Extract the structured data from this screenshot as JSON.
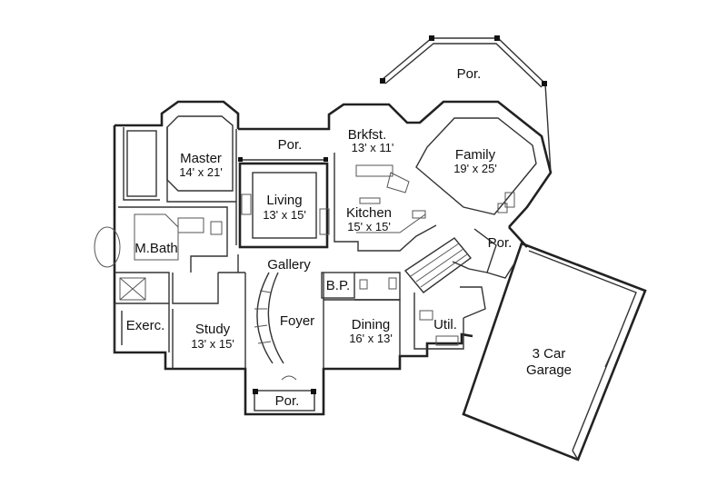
{
  "rooms": {
    "porch_rear": {
      "name": "Por."
    },
    "porch_mid": {
      "name": "Por."
    },
    "porch_front": {
      "name": "Por."
    },
    "porch_side": {
      "name": "Por."
    },
    "breakfast": {
      "name": "Brkfst.",
      "size": "13' x 11'"
    },
    "family": {
      "name": "Family",
      "size": "19' x 25'"
    },
    "master": {
      "name": "Master",
      "size": "14' x 21'"
    },
    "living": {
      "name": "Living",
      "size": "13' x 15'"
    },
    "kitchen": {
      "name": "Kitchen",
      "size": "15' x 15'"
    },
    "mbath": {
      "name": "M.Bath"
    },
    "gallery": {
      "name": "Gallery"
    },
    "bp": {
      "name": "B.P."
    },
    "foyer": {
      "name": "Foyer"
    },
    "exercise": {
      "name": "Exerc."
    },
    "study": {
      "name": "Study",
      "size": "13' x 15'"
    },
    "dining": {
      "name": "Dining",
      "size": "16' x 13'"
    },
    "utility": {
      "name": "Util."
    },
    "garage": {
      "name_line1": "3 Car",
      "name_line2": "Garage"
    }
  }
}
